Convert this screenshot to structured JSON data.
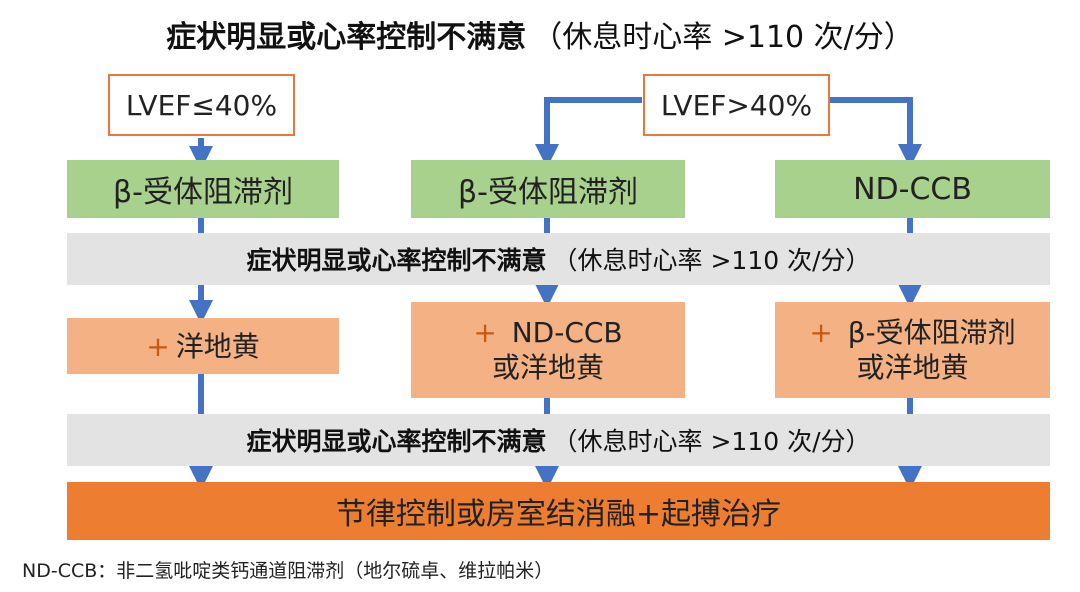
{
  "title": {
    "bold": "症状明显或心率控制不满意",
    "paren": "（休息时心率 >110 次/分）"
  },
  "lvef_low": "LVEF≤40%",
  "lvef_high": "LVEF>40%",
  "step1": {
    "left": "β-受体阻滞剂",
    "middle": "β-受体阻滞剂",
    "right": "ND-CCB"
  },
  "condition": {
    "bold": "症状明显或心率控制不满意",
    "paren": "（休息时心率 >110 次/分）"
  },
  "step2": {
    "left_plus": "+",
    "left_text": "洋地黄",
    "middle_plus": "+",
    "middle_line1": "ND-CCB",
    "middle_line2": "或洋地黄",
    "right_plus": "+",
    "right_line1": "β-受体阻滞剂",
    "right_line2": "或洋地黄"
  },
  "final": "节律控制或房室结消融+起搏治疗",
  "footnote": "ND-CCB：非二氢吡啶类钙通道阻滞剂（地尔硫卓、维拉帕米）",
  "colors": {
    "arrow": "#4472c4",
    "green": "#a9d18e",
    "salmon": "#f4b183",
    "orange": "#ed7d31",
    "gray": "#e3e3e3",
    "border": "#e8783c"
  }
}
